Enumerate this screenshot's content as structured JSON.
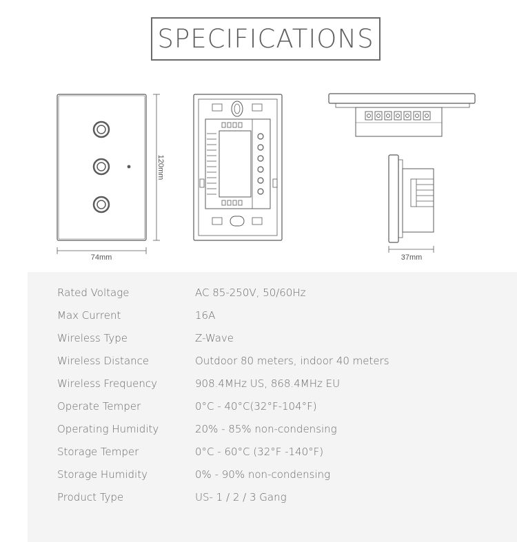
{
  "title": "SPECIFICATIONS",
  "dimensions": {
    "width": "74mm",
    "height": "120mm",
    "depth": "37mm"
  },
  "specs": [
    {
      "label": "Rated Voltage",
      "value": "AC 85-250V, 50/60Hz"
    },
    {
      "label": "Max Current",
      "value": "16A"
    },
    {
      "label": "Wireless Type",
      "value": " Z-Wave"
    },
    {
      "label": "Wireless Distance",
      "value": "Outdoor 80 meters, indoor 40 meters"
    },
    {
      "label": "Wireless Frequency",
      "value": "908.4MHz US, 868.4MHz EU"
    },
    {
      "label": "Operate Temper",
      "value": "0°C - 40°C(32°F-104°F)"
    },
    {
      "label": "Operating Humidity",
      "value": "20% - 85% non-condensing"
    },
    {
      "label": "Storage Temper",
      "value": " 0°C - 60°C (32°F -140°F)"
    },
    {
      "label": "Storage Humidity",
      "value": " 0% - 90% non-condensing"
    },
    {
      "label": "Product Type",
      "value": "US- 1 / 2 / 3 Gang"
    }
  ],
  "colors": {
    "line": "#5a5a5a",
    "panel_bg": "#f4f4f4",
    "text": "#6a6a6a"
  }
}
